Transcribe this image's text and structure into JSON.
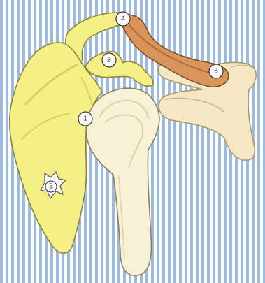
{
  "colors": {
    "background_stripe": "#9fb9df",
    "background_base": "#ffffff",
    "scapula": "#f4ef86",
    "scapula_shade": "#dcd05b",
    "humerus": "#f7f1d7",
    "humerus_shade": "#ddd2a3",
    "ligament": "#d9945c",
    "ligament_shade": "#b06c38",
    "clavicle": "#f4e7c4",
    "marker_fill": "#ffffff",
    "marker_stroke": "#333333"
  },
  "markers": [
    {
      "id": "1",
      "label": "1"
    },
    {
      "id": "2",
      "label": "2"
    },
    {
      "id": "3",
      "label": "3"
    },
    {
      "id": "4",
      "label": "4"
    },
    {
      "id": "5",
      "label": "5"
    }
  ]
}
